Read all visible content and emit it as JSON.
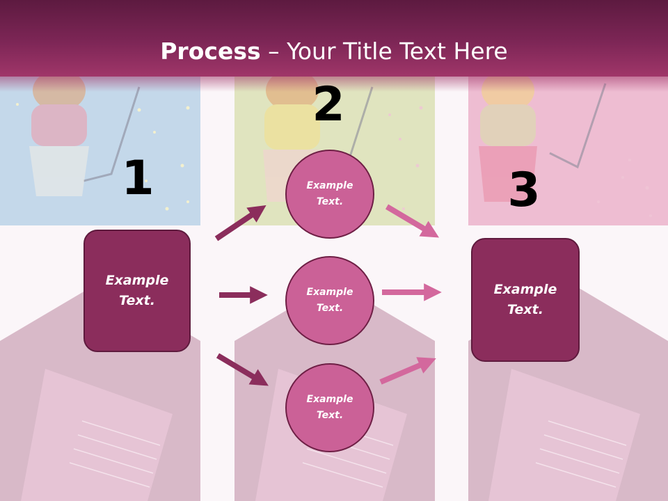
{
  "title": {
    "bold": "Process",
    "rest": " – Your Title Text Here"
  },
  "numbers": [
    "1",
    "2",
    "3"
  ],
  "left_box": "Example Text.",
  "circles": [
    "Example Text.",
    "Example Text.",
    "Example Text."
  ],
  "right_box": "Example Text.",
  "colors": {
    "title_bar": "#7d2656",
    "box_fill": "#8b2d5c",
    "circle_fill": "#cb6197",
    "arrow_dark": "#8b2d5c",
    "arrow_light": "#d3689d"
  }
}
